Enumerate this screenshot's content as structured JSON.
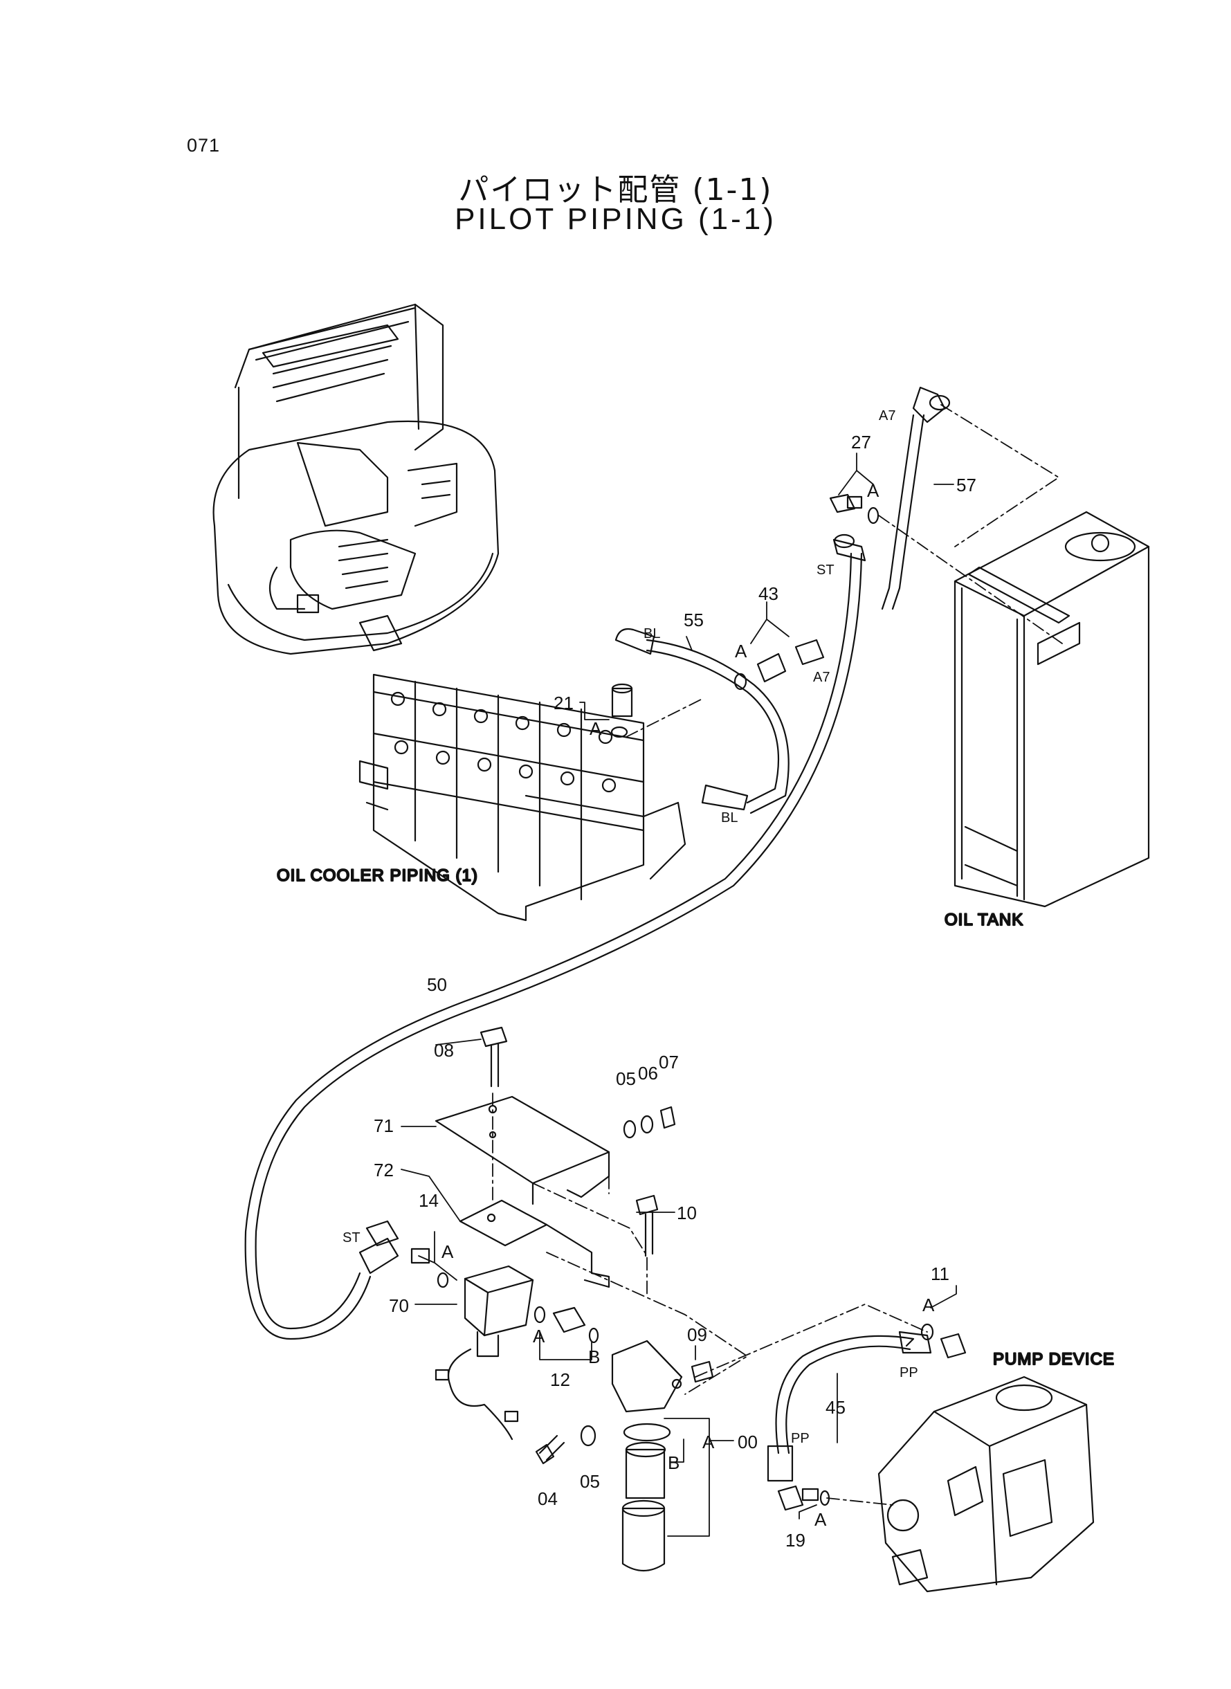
{
  "page_number": "071",
  "title_jp": "パイロット配管 (1-1)",
  "title_en": "PILOT PIPING (1-1)",
  "captions": {
    "oil_cooler": "OIL COOLER PIPING (1)",
    "oil_tank": "OIL TANK",
    "pump_device": "PUMP DEVICE"
  },
  "parts": {
    "p00": "00",
    "p04": "04",
    "p05a": "05",
    "p05b": "05",
    "p06": "06",
    "p07": "07",
    "p08": "08",
    "p09": "09",
    "p10": "10",
    "p11": "11",
    "p12": "12",
    "p14": "14",
    "p19": "19",
    "p21": "21",
    "p27": "27",
    "p43": "43",
    "p45": "45",
    "p50": "50",
    "p55": "55",
    "p57": "57",
    "p70": "70",
    "p71": "71",
    "p72": "72"
  },
  "tags": {
    "a7_top": "A7",
    "a7_mid": "A7",
    "st_top": "ST",
    "st_bottom": "ST",
    "bl_top": "BL",
    "bl_bottom": "BL",
    "pp_right": "PP",
    "pp_left": "PP",
    "a_27": "A",
    "a_43": "A",
    "a_21": "A",
    "a_14": "A",
    "a_12": "A",
    "a_11": "A",
    "a_19": "A",
    "a_00": "A",
    "b_12": "B",
    "b_00": "B"
  }
}
